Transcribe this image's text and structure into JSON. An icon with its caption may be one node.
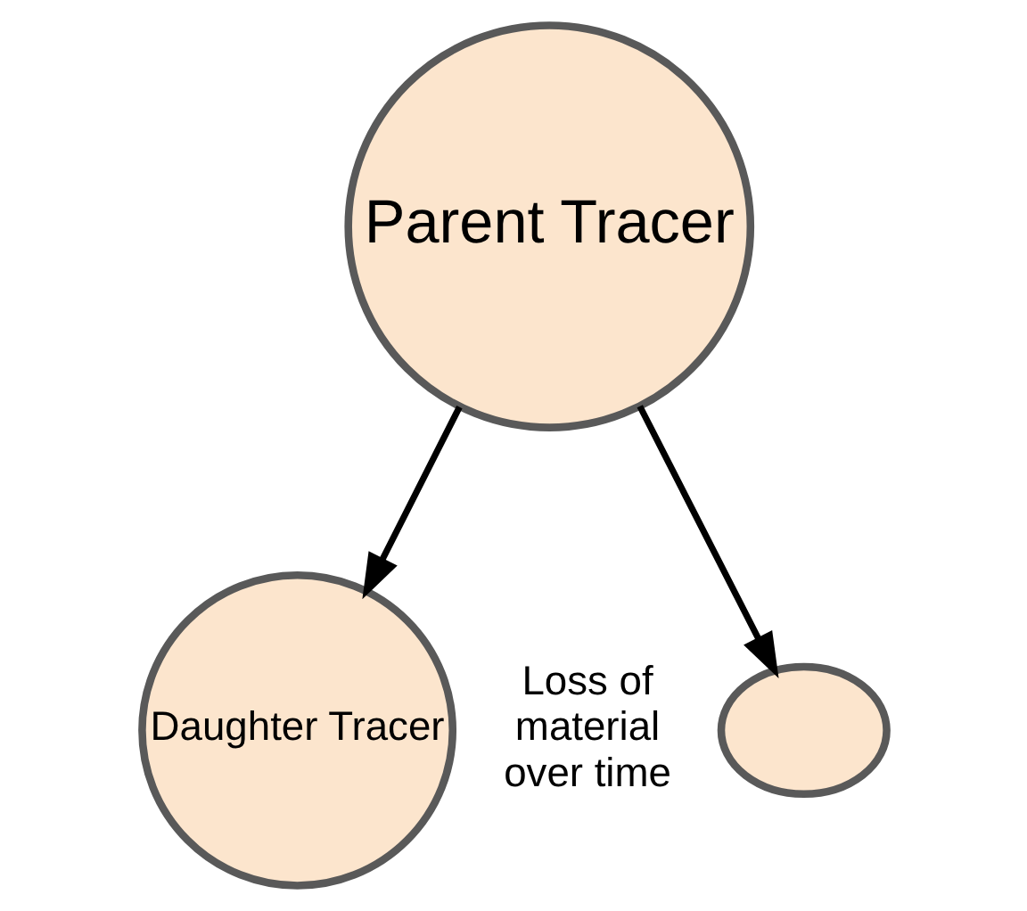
{
  "diagram": {
    "nodes": [
      {
        "text": [
          "Parent Tracer"
        ]
      },
      {
        "text": [
          "Daughter Tracer"
        ]
      },
      {
        "text": [],
        "shape": "ellipses",
        "beside": [
          "Loss of material over time"
        ]
      }
    ],
    "edges": [
      {
        "from": 0,
        "to": 1,
        "arrow": "to"
      },
      {
        "from": 0,
        "to": 2,
        "arrow": "to"
      }
    ]
  }
}
